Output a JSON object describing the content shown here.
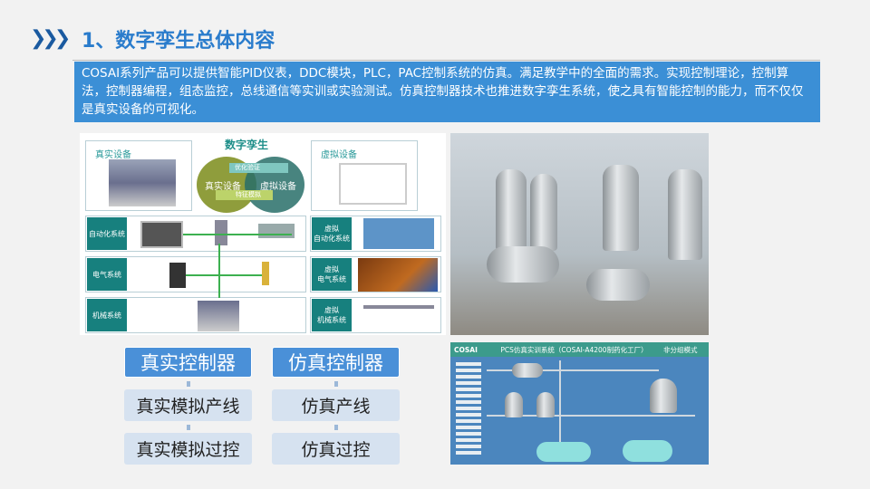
{
  "header": {
    "chevrons": "❯❯❯",
    "title": "1、数字孪生总体内容"
  },
  "intro": "COSAI系列产品可以提供智能PID仪表，DDC模块，PLC，PAC控制系统的仿真。满足教学中的全面的需求。实现控制理论，控制算法，控制器编程，组态监控，总线通信等实训或实验测试。仿真控制器技术也推进数字孪生系统，使之具有智能控制的能力，而不仅仅是真实设备的可视化。",
  "diagram": {
    "real": "真实设备",
    "twin": "数字孪生",
    "virtual": "虚拟设备",
    "optimize": "优化验证",
    "simulate": "特征模拟",
    "real_circle": "真实设备",
    "virtual_circle": "虚拟设备",
    "rows": [
      "自动化系统",
      "电气系统",
      "机械系统"
    ],
    "vrows": [
      "虚拟\n自动化系统",
      "虚拟\n电气系统",
      "虚拟\n机械系统"
    ]
  },
  "flow": {
    "real": {
      "head": "真实控制器",
      "items": [
        "真实模拟产线",
        "真实模拟过控"
      ]
    },
    "sim": {
      "head": "仿真控制器",
      "items": [
        "仿真产线",
        "仿真过控"
      ]
    }
  },
  "scada": {
    "title": "PCS仿真实训系统（COSAI-A4200制药化工厂）",
    "mode": "非分组模式",
    "logo": "COSAI"
  }
}
